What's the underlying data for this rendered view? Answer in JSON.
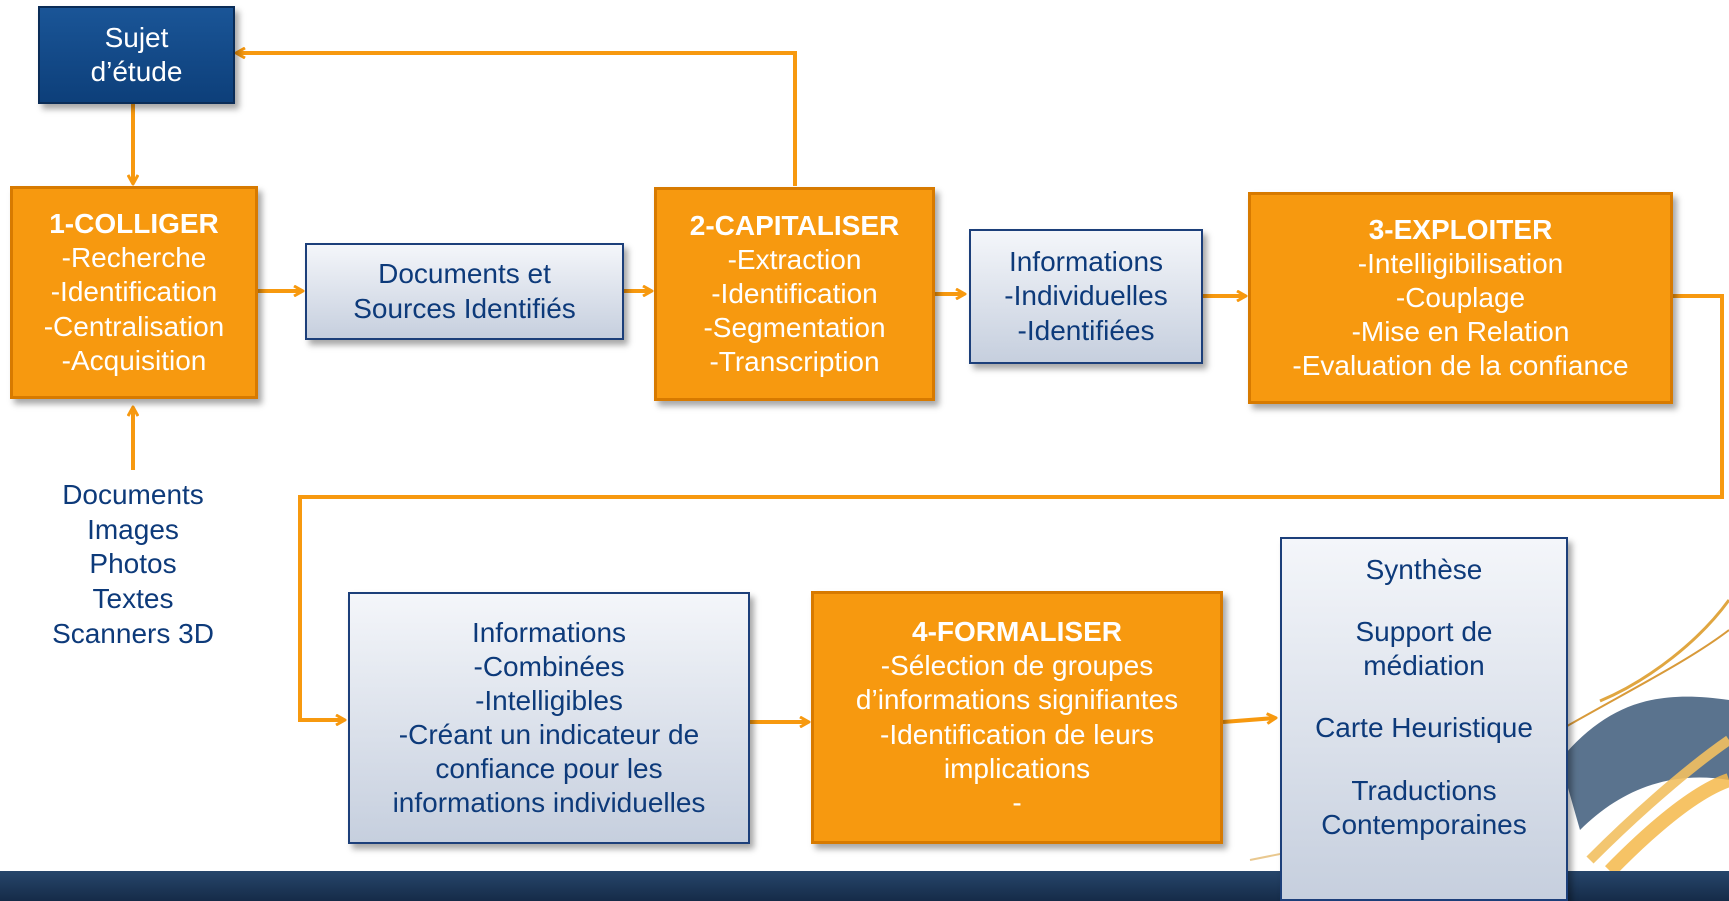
{
  "sujet": {
    "lines": [
      "Sujet",
      "d’étude"
    ]
  },
  "colliger": {
    "title": "1-COLLIGER",
    "items": [
      "-Recherche",
      "-Identification",
      "-Centralisation",
      "-Acquisition"
    ]
  },
  "sources_inputs": [
    "Documents",
    "Images",
    "Photos",
    "Textes",
    "Scanners 3D"
  ],
  "documents_sources": {
    "lines": [
      "Documents et",
      "Sources Identifiés"
    ]
  },
  "capitaliser": {
    "title": "2-CAPITALISER",
    "items": [
      "-Extraction",
      "-Identification",
      "-Segmentation",
      "-Transcription"
    ]
  },
  "informations_individuelles": {
    "lines": [
      "Informations",
      "-Individuelles",
      "-Identifiées"
    ]
  },
  "exploiter": {
    "title": "3-EXPLOITER",
    "items": [
      "-Intelligibilisation",
      "-Couplage",
      "-Mise en Relation",
      "-Evaluation de la confiance"
    ]
  },
  "informations_combinees": {
    "lines": [
      "Informations",
      "-Combinées",
      "-Intelligibles",
      "-Créant un indicateur de",
      "confiance pour les",
      "informations individuelles"
    ]
  },
  "formaliser": {
    "title": "4-FORMALISER",
    "items": [
      "-Sélection de groupes",
      "d’informations signifiantes",
      "-Identification de leurs",
      "implications",
      "-"
    ]
  },
  "outputs": {
    "synthese": "Synthèse",
    "support": [
      "Support de",
      "médiation"
    ],
    "carte": "Carte Heuristique",
    "traductions": [
      "Traductions",
      "Contemporaines"
    ]
  },
  "colors": {
    "orange": "#f7990f",
    "navy": "#0d3f7a",
    "text_blue": "#0d3a7a",
    "arrow": "#f7990f"
  }
}
